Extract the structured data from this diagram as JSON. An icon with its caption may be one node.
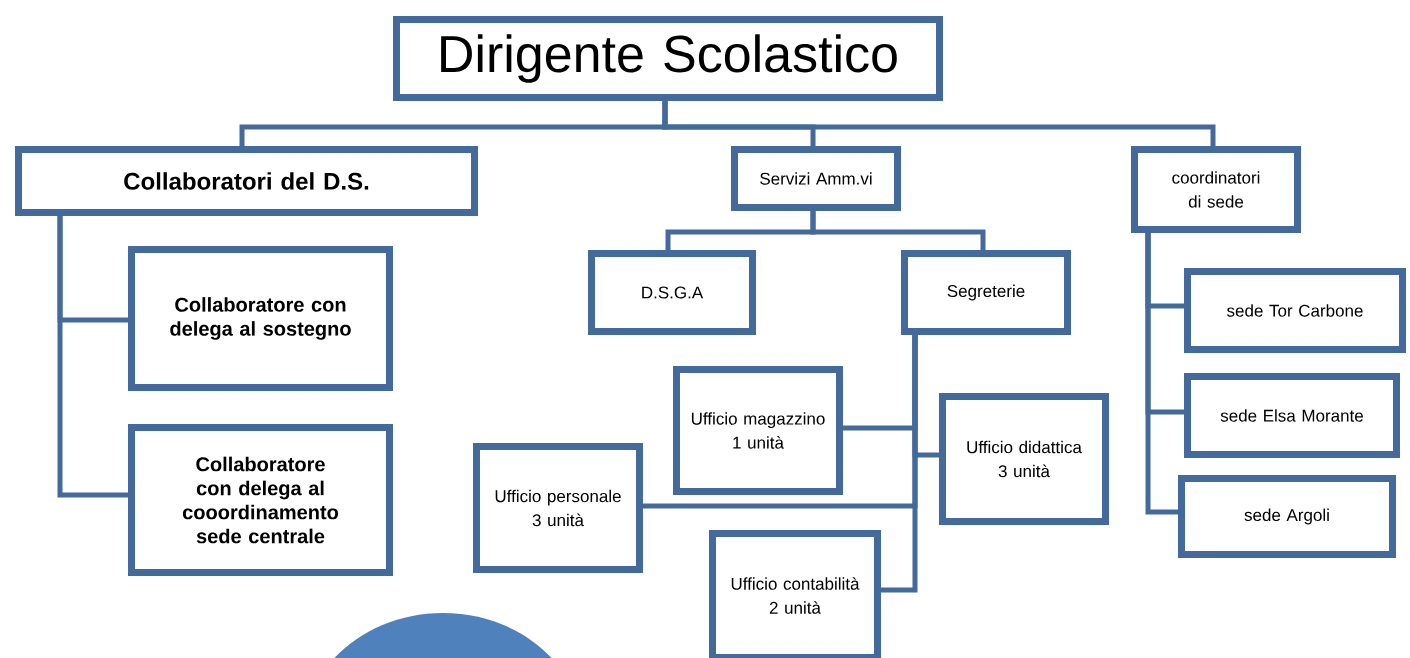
{
  "diagram": {
    "nodes": [
      {
        "text": [
          "Dirigente Scolastico"
        ]
      },
      {
        "text": [
          "Collaboratori del D.S."
        ]
      },
      {
        "text": [
          "Collaboratore con delega al sostegno"
        ]
      },
      {
        "text": [
          "Collaboratore con delega al cooordinamento sede centrale"
        ]
      },
      {
        "text": [
          "Servizi Amm.vi"
        ]
      },
      {
        "text": [
          "coordinatori di sede"
        ]
      },
      {
        "text": [
          "D.S.G.A"
        ]
      },
      {
        "text": [
          "Segreterie"
        ]
      },
      {
        "text": [
          "Ufficio magazzino 1 unità"
        ]
      },
      {
        "text": [
          "Ufficio didattica 3 unità"
        ]
      },
      {
        "text": [
          "Ufficio personale 3 unità"
        ]
      },
      {
        "text": [
          "Ufficio contabilità 2 unità"
        ]
      },
      {
        "text": [
          "sede Tor Carbone"
        ]
      },
      {
        "text": [
          "sede Elsa Morante"
        ]
      },
      {
        "text": [
          "sede Argoli"
        ]
      },
      {
        "text": [],
        "shape": "circle"
      }
    ],
    "edges": [
      {
        "from": 0,
        "to": 1,
        "arrow": "none"
      },
      {
        "from": 0,
        "to": 4,
        "arrow": "none"
      },
      {
        "from": 0,
        "to": 5,
        "arrow": "none"
      },
      {
        "from": 1,
        "to": 2,
        "arrow": "none"
      },
      {
        "from": 1,
        "to": 3,
        "arrow": "none"
      },
      {
        "from": 4,
        "to": 6,
        "arrow": "none"
      },
      {
        "from": 4,
        "to": 7,
        "arrow": "none"
      },
      {
        "from": 7,
        "to": 8,
        "arrow": "none"
      },
      {
        "from": 7,
        "to": 9,
        "arrow": "none"
      },
      {
        "from": 7,
        "to": 10,
        "arrow": "none"
      },
      {
        "from": 7,
        "to": 11,
        "arrow": "none"
      },
      {
        "from": 5,
        "to": 12,
        "arrow": "none"
      },
      {
        "from": 5,
        "to": 13,
        "arrow": "none"
      },
      {
        "from": 5,
        "to": 14,
        "arrow": "none"
      }
    ]
  }
}
